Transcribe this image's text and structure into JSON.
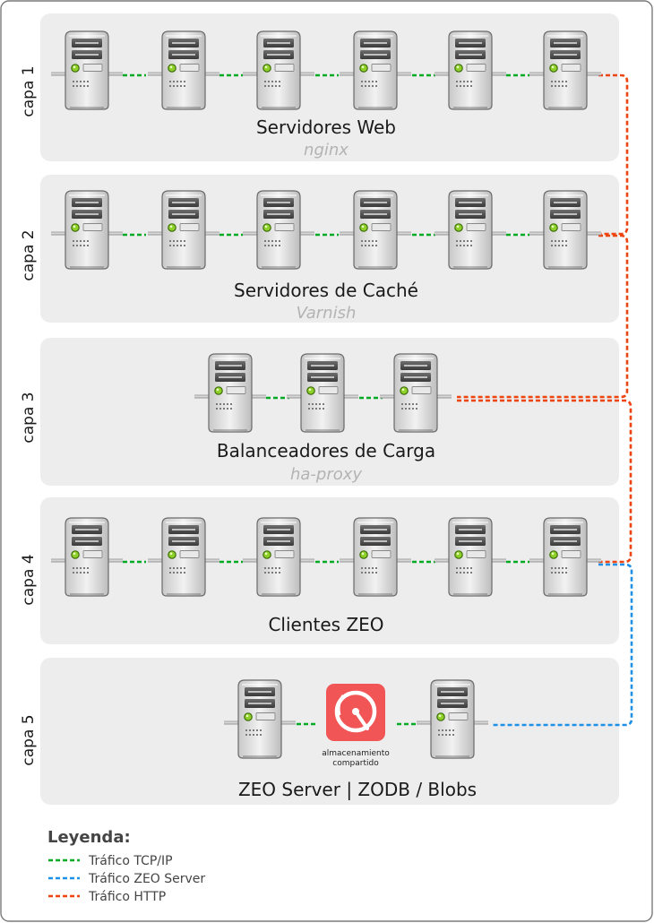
{
  "layers": [
    {
      "label": "capa 1",
      "title": "Servidores Web",
      "subtitle": "nginx"
    },
    {
      "label": "capa 2",
      "title": "Servidores de Caché",
      "subtitle": "Varnish"
    },
    {
      "label": "capa 3",
      "title": "Balanceadores de Carga",
      "subtitle": "ha-proxy"
    },
    {
      "label": "capa 4",
      "title": "Clientes ZEO",
      "subtitle": ""
    },
    {
      "label": "capa 5",
      "title": "ZEO Server | ZODB / Blobs",
      "subtitle": ""
    }
  ],
  "storage": {
    "line1": "almacenamiento",
    "line2": "compartido",
    "icon": "shared-storage-icon"
  },
  "legend": {
    "title": "Leyenda:",
    "items": [
      {
        "label": "Tráfico TCP/IP",
        "color": "#00aa22"
      },
      {
        "label": "Tráfico ZEO Server",
        "color": "#1e90e6"
      },
      {
        "label": "Tráfico HTTP",
        "color": "#ee4411"
      }
    ]
  },
  "colors": {
    "panel": "#ededed",
    "border": "#7a7a7a",
    "tcp": "#00aa22",
    "zeo": "#1e90e6",
    "http": "#ee4411",
    "storage_icon": "#f25555"
  }
}
